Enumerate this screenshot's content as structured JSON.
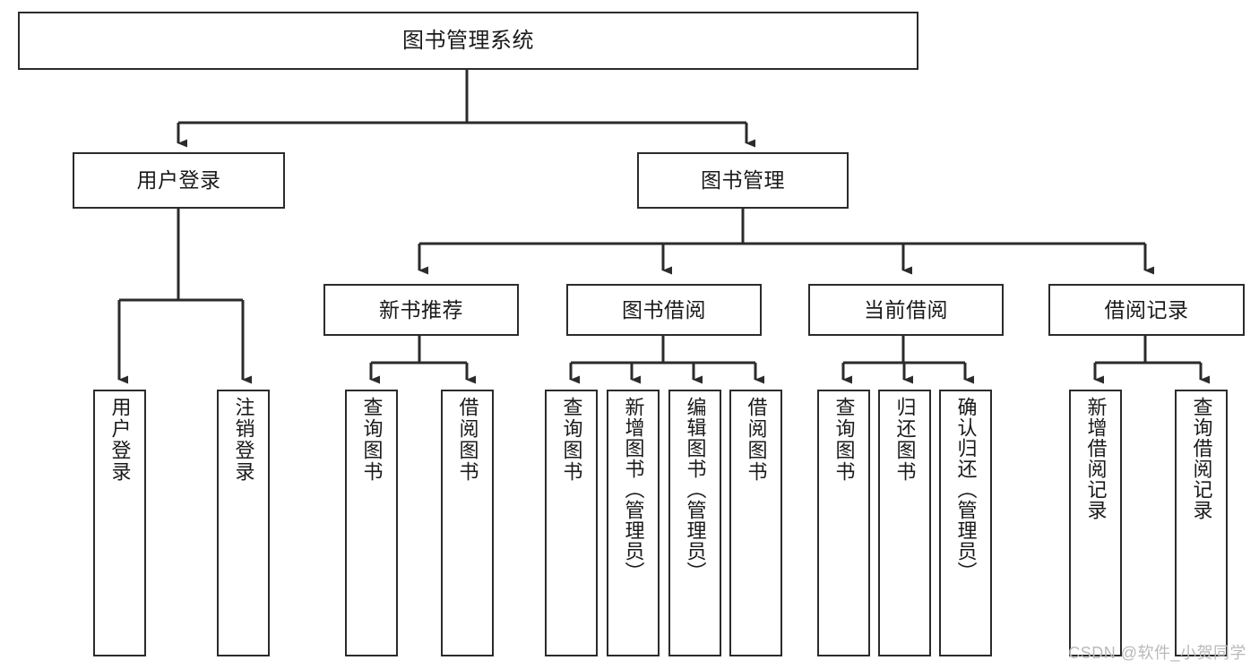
{
  "diagram": {
    "type": "tree-hierarchy",
    "title": "图书管理系统",
    "watermark": "CSDN @软件_小贺同学",
    "colors": {
      "box_border": "#2b2b2b",
      "box_fill": "#ffffff",
      "connector": "#2b2b2b",
      "text": "#1a1a1a",
      "watermark": "#b9b9b9",
      "background": "#ffffff"
    },
    "levels": {
      "root": "图书管理系统",
      "level2": [
        "用户登录",
        "图书管理"
      ],
      "level3": [
        "新书推荐",
        "图书借阅",
        "当前借阅",
        "借阅记录"
      ]
    },
    "nodes": {
      "root": {
        "label": "图书管理系统"
      },
      "user_login": {
        "label": "用户登录"
      },
      "book_manage": {
        "label": "图书管理"
      },
      "new_book_rec": {
        "label": "新书推荐"
      },
      "book_borrow": {
        "label": "图书借阅"
      },
      "current_borrow": {
        "label": "当前借阅"
      },
      "borrow_record": {
        "label": "借阅记录"
      },
      "leaf_user_login": {
        "label": "用户登录"
      },
      "leaf_logout": {
        "label": "注销登录"
      },
      "leaf_query_book_1": {
        "label": "查询图书"
      },
      "leaf_borrow_book_1": {
        "label": "借阅图书"
      },
      "leaf_query_book_2": {
        "label": "查询图书"
      },
      "leaf_add_book": {
        "label": "新增图书（管理员）"
      },
      "leaf_edit_book": {
        "label": "编辑图书（管理员）"
      },
      "leaf_borrow_book_2": {
        "label": "借阅图书"
      },
      "leaf_query_book_3": {
        "label": "查询图书"
      },
      "leaf_return_book": {
        "label": "归还图书"
      },
      "leaf_confirm_return": {
        "label": "确认归还（管理员）"
      },
      "leaf_add_record": {
        "label": "新增借阅记录"
      },
      "leaf_query_record": {
        "label": "查询借阅记录"
      }
    },
    "edges": [
      {
        "from": "root",
        "to": "user_login"
      },
      {
        "from": "root",
        "to": "book_manage"
      },
      {
        "from": "user_login",
        "to": "leaf_user_login"
      },
      {
        "from": "user_login",
        "to": "leaf_logout"
      },
      {
        "from": "book_manage",
        "to": "new_book_rec"
      },
      {
        "from": "book_manage",
        "to": "book_borrow"
      },
      {
        "from": "book_manage",
        "to": "current_borrow"
      },
      {
        "from": "book_manage",
        "to": "borrow_record"
      },
      {
        "from": "new_book_rec",
        "to": "leaf_query_book_1"
      },
      {
        "from": "new_book_rec",
        "to": "leaf_borrow_book_1"
      },
      {
        "from": "book_borrow",
        "to": "leaf_query_book_2"
      },
      {
        "from": "book_borrow",
        "to": "leaf_add_book"
      },
      {
        "from": "book_borrow",
        "to": "leaf_edit_book"
      },
      {
        "from": "book_borrow",
        "to": "leaf_borrow_book_2"
      },
      {
        "from": "current_borrow",
        "to": "leaf_query_book_3"
      },
      {
        "from": "current_borrow",
        "to": "leaf_return_book"
      },
      {
        "from": "current_borrow",
        "to": "leaf_confirm_return"
      },
      {
        "from": "borrow_record",
        "to": "leaf_add_record"
      },
      {
        "from": "borrow_record",
        "to": "leaf_query_record"
      }
    ]
  }
}
